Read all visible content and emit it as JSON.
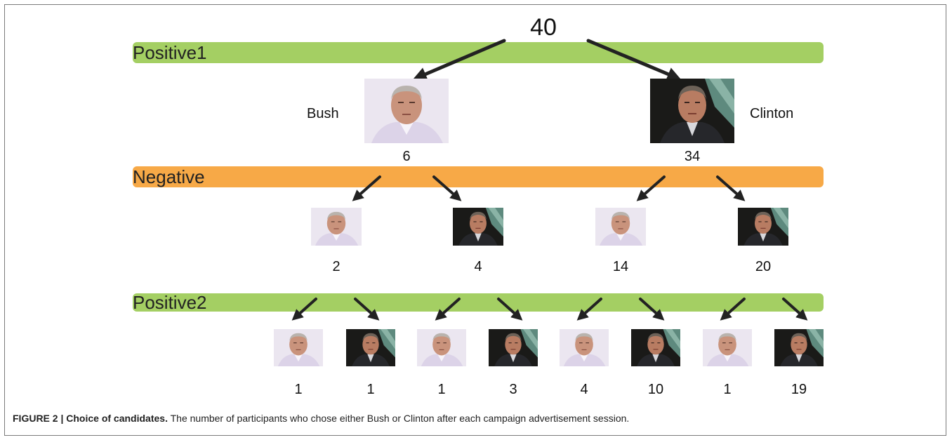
{
  "total": "40",
  "bands": {
    "positive1": "Positive1",
    "negative": "Negative",
    "positive2": "Positive2"
  },
  "level1": [
    {
      "candidate": "Bush",
      "count": "6"
    },
    {
      "candidate": "Clinton",
      "count": "34"
    }
  ],
  "level2": [
    {
      "candidate": "Bush",
      "count": "2"
    },
    {
      "candidate": "Clinton",
      "count": "4"
    },
    {
      "candidate": "Bush",
      "count": "14"
    },
    {
      "candidate": "Clinton",
      "count": "20"
    }
  ],
  "level3": [
    {
      "candidate": "Bush",
      "count": "1"
    },
    {
      "candidate": "Clinton",
      "count": "1"
    },
    {
      "candidate": "Bush",
      "count": "1"
    },
    {
      "candidate": "Clinton",
      "count": "3"
    },
    {
      "candidate": "Bush",
      "count": "4"
    },
    {
      "candidate": "Clinton",
      "count": "10"
    },
    {
      "candidate": "Bush",
      "count": "1"
    },
    {
      "candidate": "Clinton",
      "count": "19"
    }
  ],
  "caption": {
    "title": "FIGURE 2 | Choice of candidates.",
    "text": "The number of participants who chose either Bush or Clinton after each campaign advertisement session."
  },
  "colors": {
    "positive": "#a4cf63",
    "negative": "#f7a947",
    "arrow": "#222222"
  }
}
